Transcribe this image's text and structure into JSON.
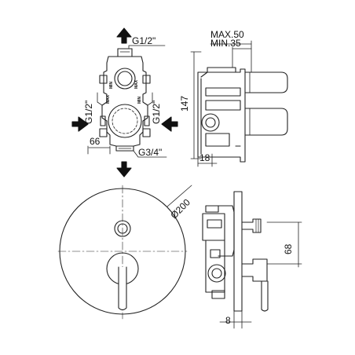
{
  "dims": {
    "inlet_top": "G1/2\"",
    "inlet_left": "G1/2\"",
    "inlet_right": "G1/2\"",
    "outlet_bottom": "G3/4\"",
    "body_width": "66",
    "max_depth": "MAX.50",
    "min_depth": "MIN.35",
    "body_height": "147",
    "body_side": "18",
    "plate_diameter": "Ø200",
    "lever_offset": "68",
    "plate_thickness": "8"
  },
  "body_marks": {
    "top_max": "MAX",
    "top_min": "MIN",
    "mid_min": "MIN",
    "mid_max": "MAX"
  }
}
